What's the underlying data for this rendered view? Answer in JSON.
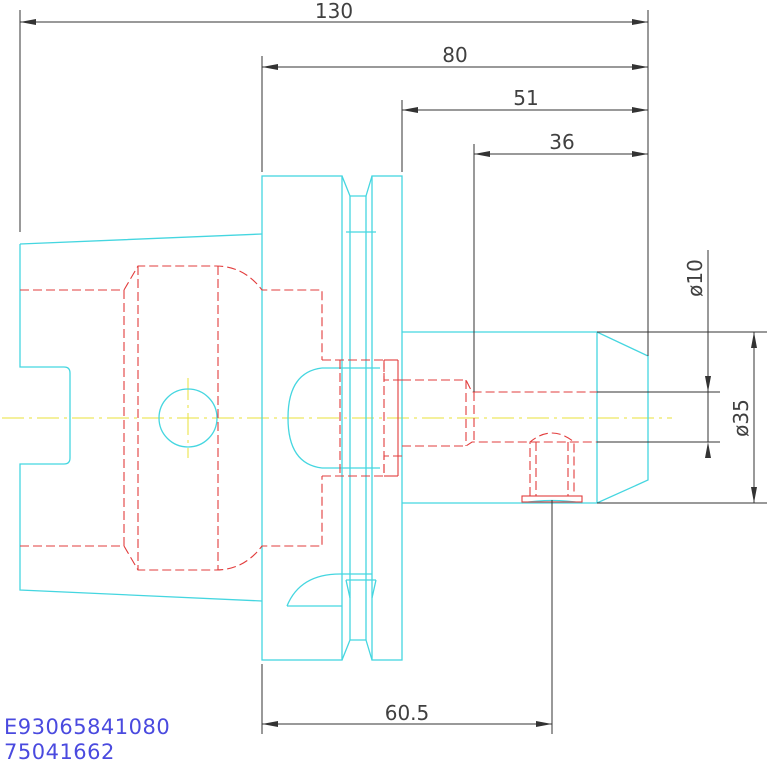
{
  "dimensions": {
    "overall_length": "130",
    "body_length": "80",
    "flange_to_tip": "51",
    "nose_length": "36",
    "inner_bore_diameter": "ø10",
    "nose_diameter": "ø35",
    "screw_offset": "60.5"
  },
  "part_codes": {
    "line1": "E93065841080",
    "line2": "75041662"
  },
  "colors": {
    "outline": "#45d6e0",
    "hidden_lines": "#e23c3c",
    "center_line": "#e8e23a",
    "dimension_lines": "#333333",
    "code_text": "#4a4adf"
  }
}
